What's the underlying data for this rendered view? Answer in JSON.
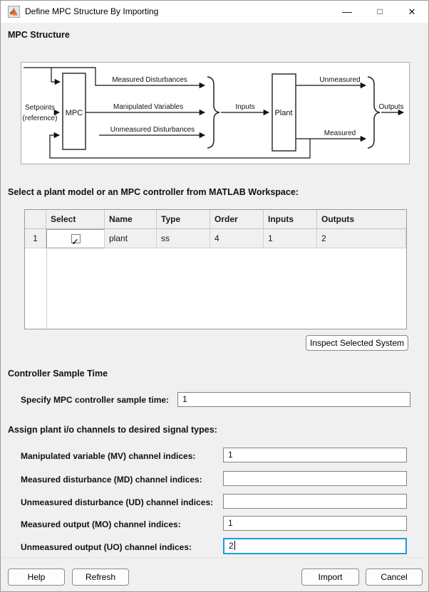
{
  "window": {
    "title": "Define MPC Structure By Importing",
    "controls": {
      "minimize": "—",
      "maximize": "□",
      "close": "✕"
    }
  },
  "sections": {
    "structure_heading": "MPC Structure",
    "select_label": "Select a plant model or an MPC controller from MATLAB Workspace:",
    "sample_time_heading": "Controller Sample Time",
    "assign_label": "Assign plant i/o channels to desired signal types:"
  },
  "diagram": {
    "setpoints_line1": "Setpoints",
    "setpoints_line2": "(reference)",
    "mpc_block": "MPC",
    "plant_block": "Plant",
    "measured_disturbances": "Measured Disturbances",
    "manipulated_variables": "Manipulated Variables",
    "unmeasured_disturbances": "Unmeasured Disturbances",
    "inputs": "Inputs",
    "unmeasured": "Unmeasured",
    "measured": "Measured",
    "outputs": "Outputs"
  },
  "table": {
    "headers": [
      "",
      "Select",
      "Name",
      "Type",
      "Order",
      "Inputs",
      "Outputs"
    ],
    "rows": [
      {
        "index": "1",
        "selected": true,
        "name": "plant",
        "type": "ss",
        "order": "4",
        "inputs": "1",
        "outputs": "2"
      }
    ]
  },
  "fields": {
    "sample_time": {
      "label": "Specify MPC controller sample time:",
      "value": "1"
    },
    "mv": {
      "label": "Manipulated variable (MV) channel indices:",
      "value": "1"
    },
    "md": {
      "label": "Measured disturbance (MD) channel indices:",
      "value": ""
    },
    "ud": {
      "label": "Unmeasured disturbance (UD) channel indices:",
      "value": ""
    },
    "mo": {
      "label": "Measured output (MO) channel indices:",
      "value": "1"
    },
    "uo": {
      "label": "Unmeasured output (UO) channel indices:",
      "value": "2",
      "focused": true
    }
  },
  "buttons": {
    "inspect": "Inspect Selected System",
    "help": "Help",
    "refresh": "Refresh",
    "import": "Import",
    "cancel": "Cancel"
  },
  "icons": {
    "checkmark": "✓"
  },
  "colors": {
    "focus_border": "#1d9dd9",
    "matlab_orange": "#d9541a",
    "titlebar_bg": "#ffffff",
    "dialog_bg": "#f0f0f0"
  }
}
